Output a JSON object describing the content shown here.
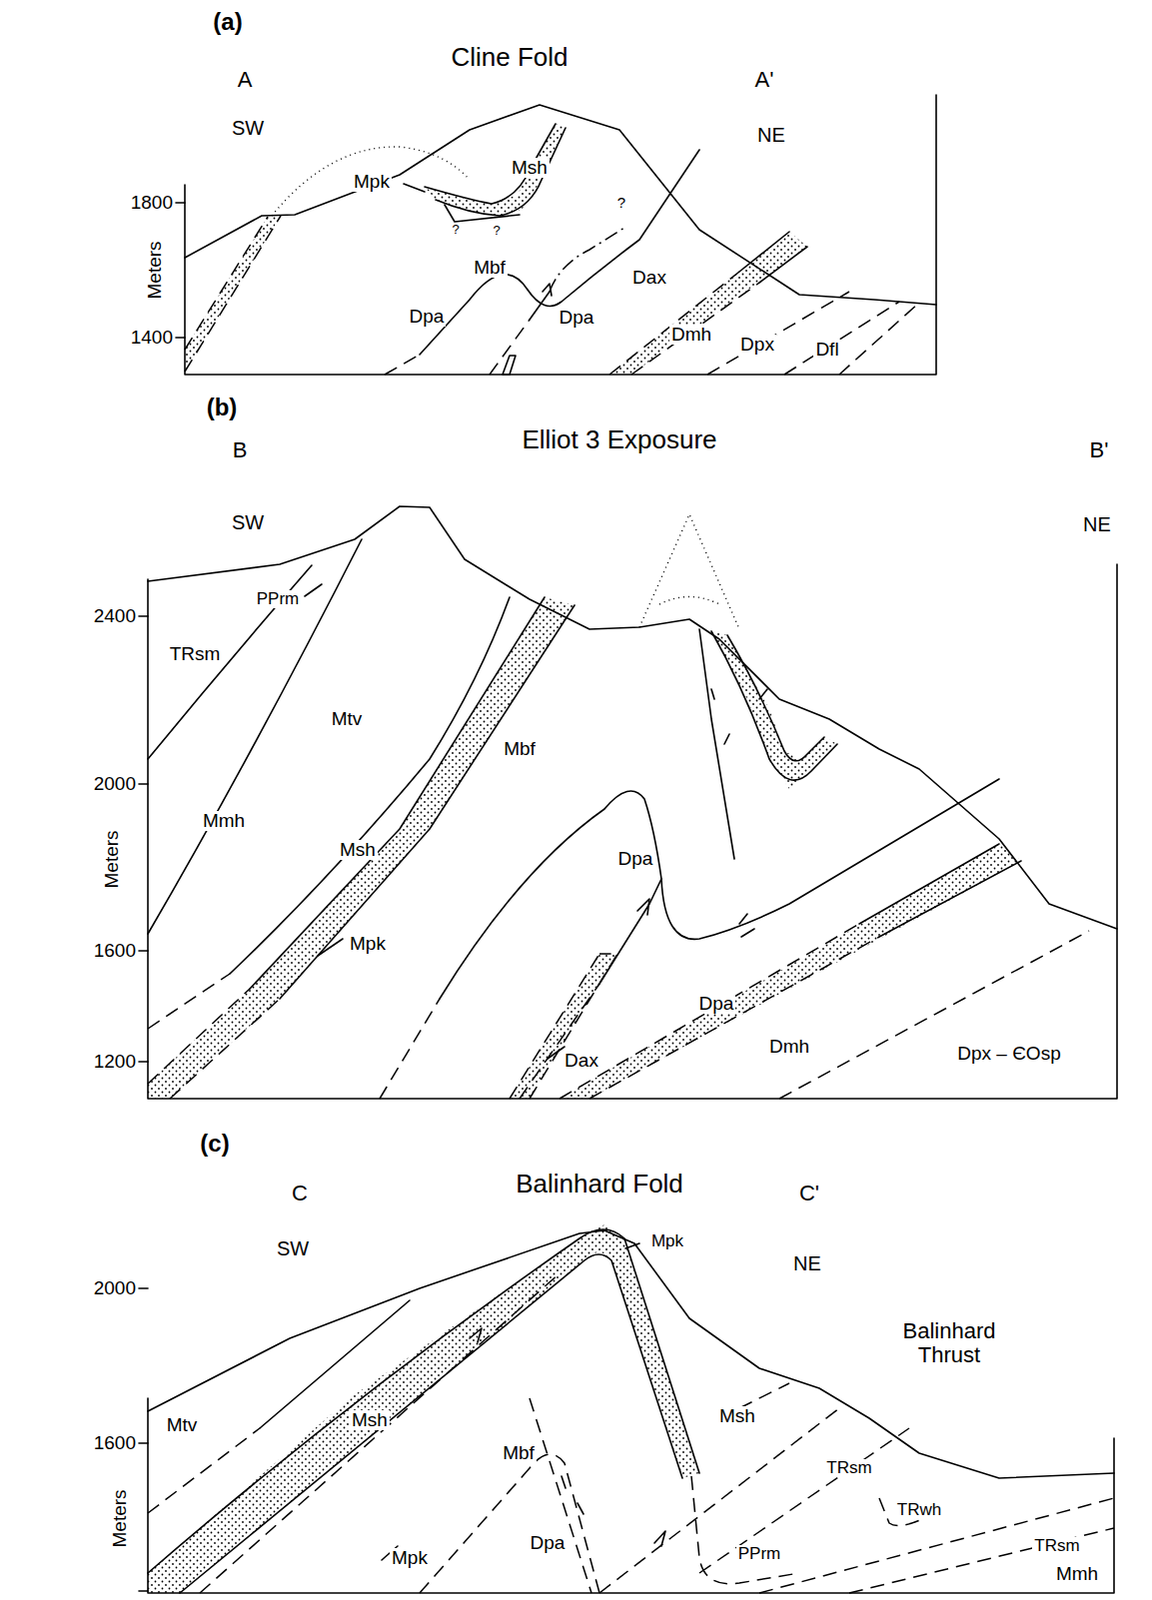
{
  "diagram": {
    "labels": [
      "(a)",
      "Cline Fold",
      "A",
      "A'",
      "SW",
      "NE",
      "Mpk",
      "Msh",
      "1800",
      "Meters",
      "Mbf",
      "?",
      "?",
      "?",
      "Dpa",
      "Dpa",
      "Dax",
      "1400",
      "Dmh",
      "Dpx",
      "Dfl",
      "(b)",
      "Elliot 3 Exposure",
      "B",
      "B'",
      "SW",
      "NE",
      "2400",
      "PPrm",
      "TRsm",
      "Mtv",
      "2000",
      "Meters",
      "Mmh",
      "Msh",
      "Mbf",
      "Dpa",
      "1600",
      "Mpk",
      "Dpa",
      "1200",
      "Dax",
      "Dmh",
      "Dpx – ЄOsp",
      "(c)",
      "Balinhard Fold",
      "C",
      "C'",
      "SW",
      "NE",
      "Mpk",
      "2000",
      "Balinhard Thrust",
      "Msh",
      "Mtv",
      "Msh",
      "1600",
      "Meters",
      "Mbf",
      "TRsm",
      "TRwh",
      "Dpa",
      "Mpk",
      "TRsm",
      "PPrm",
      "Mmh"
    ]
  }
}
